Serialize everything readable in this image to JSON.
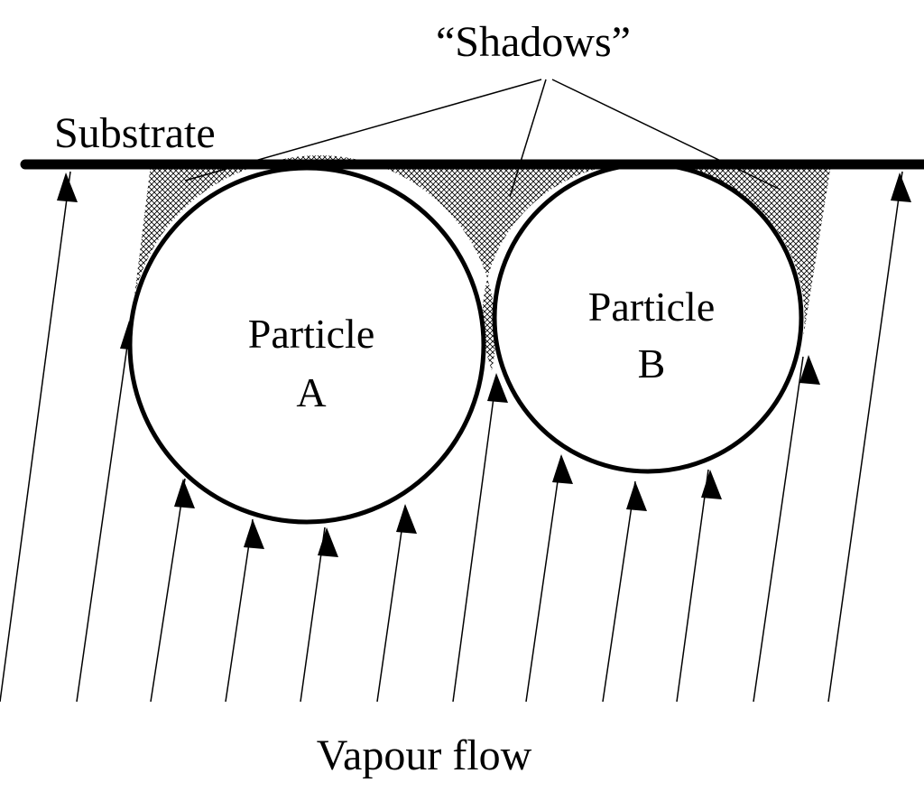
{
  "labels": {
    "shadows": "“Shadows”",
    "substrate": "Substrate",
    "particle_a_line1": "Particle",
    "particle_a_line2": "A",
    "particle_b_line1": "Particle",
    "particle_b_line2": "B",
    "vapour_flow": "Vapour flow"
  },
  "colors": {
    "ink": "#000000",
    "background": "#ffffff",
    "shadow_hatch": "#000000"
  }
}
